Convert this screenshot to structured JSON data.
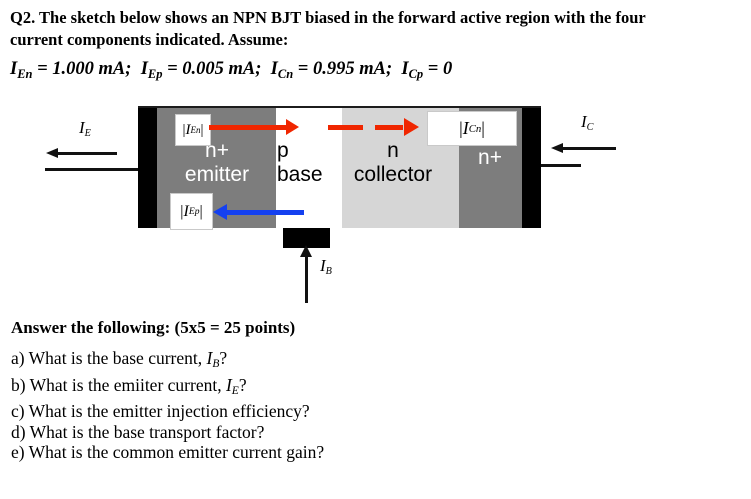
{
  "header": {
    "title_lines": [
      "Q2. The sketch below shows an NPN BJT biased in the forward active region with the four",
      "current components indicated. Assume:"
    ],
    "given": [
      {
        "sym": "I",
        "sub": "En",
        "rest": " = 1.000 mA;  "
      },
      {
        "sym": "I",
        "sub": "Ep",
        "rest": " = 0.005 mA;  "
      },
      {
        "sym": "I",
        "sub": "Cn",
        "rest": " = 0.995 mA;  "
      },
      {
        "sym": "I",
        "sub": "Cp",
        "rest": " = 0"
      }
    ]
  },
  "diagram": {
    "regions": {
      "emitter_doping": "n+",
      "emitter_label": "emitter",
      "base_doping": "p",
      "base_label": "base",
      "collector_doping": "n",
      "collector_label": "collector",
      "subcollector_doping": "n+"
    },
    "current_boxes": {
      "ien": {
        "pre": "|",
        "sym": "I",
        "sub": "En",
        "post": "|"
      },
      "iep": {
        "pre": "|",
        "sym": "I",
        "sub": "Ep",
        "post": "|"
      },
      "icn": {
        "pre": "|",
        "sym": "I",
        "sub": "Cn",
        "post": "|"
      }
    },
    "terminals": {
      "ie": {
        "sym": "I",
        "sub": "E"
      },
      "ic": {
        "sym": "I",
        "sub": "C"
      },
      "ib": {
        "sym": "I",
        "sub": "B"
      }
    },
    "colors": {
      "electron_arrow": "#f02600",
      "hole_arrow": "#1440f0",
      "region_dark": "#7d7d7d",
      "region_light": "#d6d6d6",
      "contact": "#000000"
    }
  },
  "questions": {
    "heading": "Answer the following: (5x5 = 25 points)",
    "items": [
      {
        "text": "a) What is the base current, ",
        "sym": "I",
        "sub": "B",
        "suffix": "?"
      },
      {
        "text": "b) What is the emiiter current, ",
        "sym": "I",
        "sub": "E",
        "suffix": "?"
      },
      {
        "text": "c) What is the emitter injection efficiency?"
      },
      {
        "text": "d) What is the base transport factor?"
      },
      {
        "text": "e) What is the common emitter current gain?"
      }
    ]
  }
}
